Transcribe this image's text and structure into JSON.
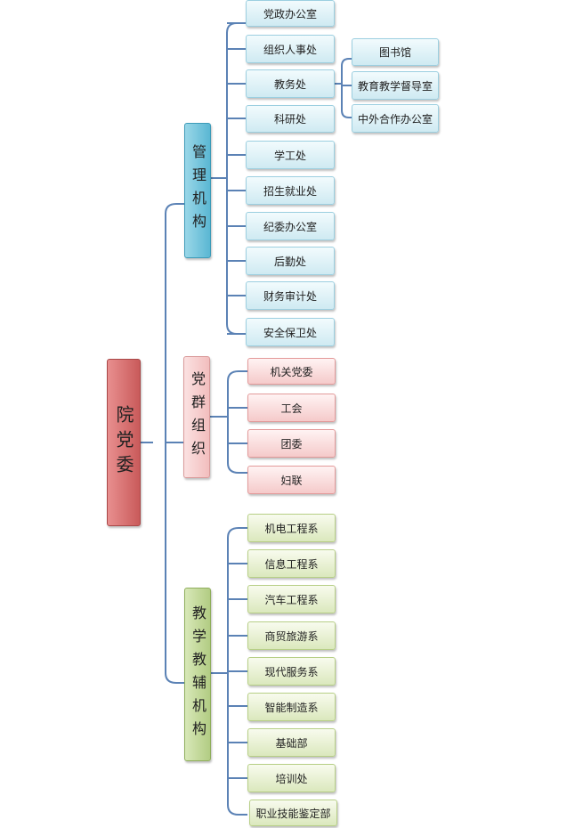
{
  "root": "院党委",
  "groups": [
    {
      "title": "管理机构",
      "color": "blue",
      "items": [
        "党政办公室",
        "组织人事处",
        "教务处",
        "科研处",
        "学工处",
        "招生就业处",
        "纪委办公室",
        "后勤处",
        "财务审计处",
        "安全保卫处"
      ]
    },
    {
      "title": "党群组织",
      "color": "pink",
      "items": [
        "机关党委",
        "工会",
        "团委",
        "妇联"
      ]
    },
    {
      "title": "教学教辅机构",
      "color": "green",
      "items": [
        "机电工程系",
        "信息工程系",
        "汽车工程系",
        "商贸旅游系",
        "现代服务系",
        "智能制造系",
        "基础部",
        "培训处",
        "职业技能鉴定部"
      ]
    }
  ],
  "sub_items": {
    "parent": "教务处",
    "items": [
      "图书馆",
      "教育教学督导室",
      "中外合作办公室"
    ]
  }
}
